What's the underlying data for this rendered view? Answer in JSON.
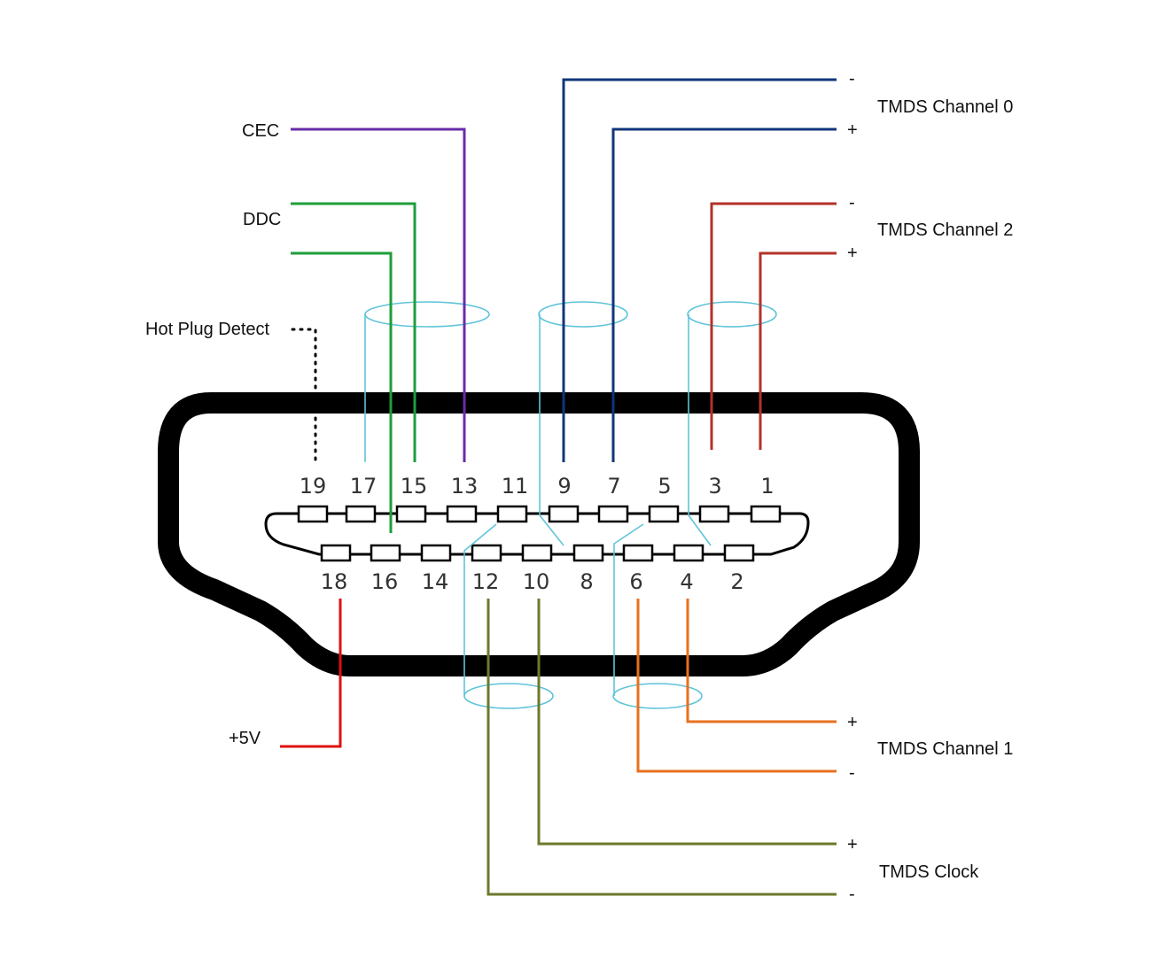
{
  "signals": {
    "cec": "CEC",
    "ddc": "DDC",
    "hot_plug": "Hot Plug Detect",
    "plus5v": "+5V",
    "tmds0": "TMDS Channel 0",
    "tmds2": "TMDS Channel 2",
    "tmds1": "TMDS Channel 1",
    "clock": "TMDS Clock"
  },
  "polarity": {
    "minus": "-",
    "plus": "+"
  },
  "top_pins": [
    "19",
    "17",
    "15",
    "13",
    "11",
    "9",
    "7",
    "5",
    "3",
    "1"
  ],
  "bottom_pins": [
    "18",
    "16",
    "14",
    "12",
    "10",
    "8",
    "6",
    "4",
    "2"
  ],
  "colors": {
    "cec": "#6a2ca8",
    "ddc": "#1e9e3a",
    "tmds0": "#10357a",
    "tmds2": "#b3322a",
    "tmds1": "#e8701e",
    "clock": "#6b7a2a",
    "plus5v": "#e01010",
    "shield": "#5fc4d8"
  }
}
